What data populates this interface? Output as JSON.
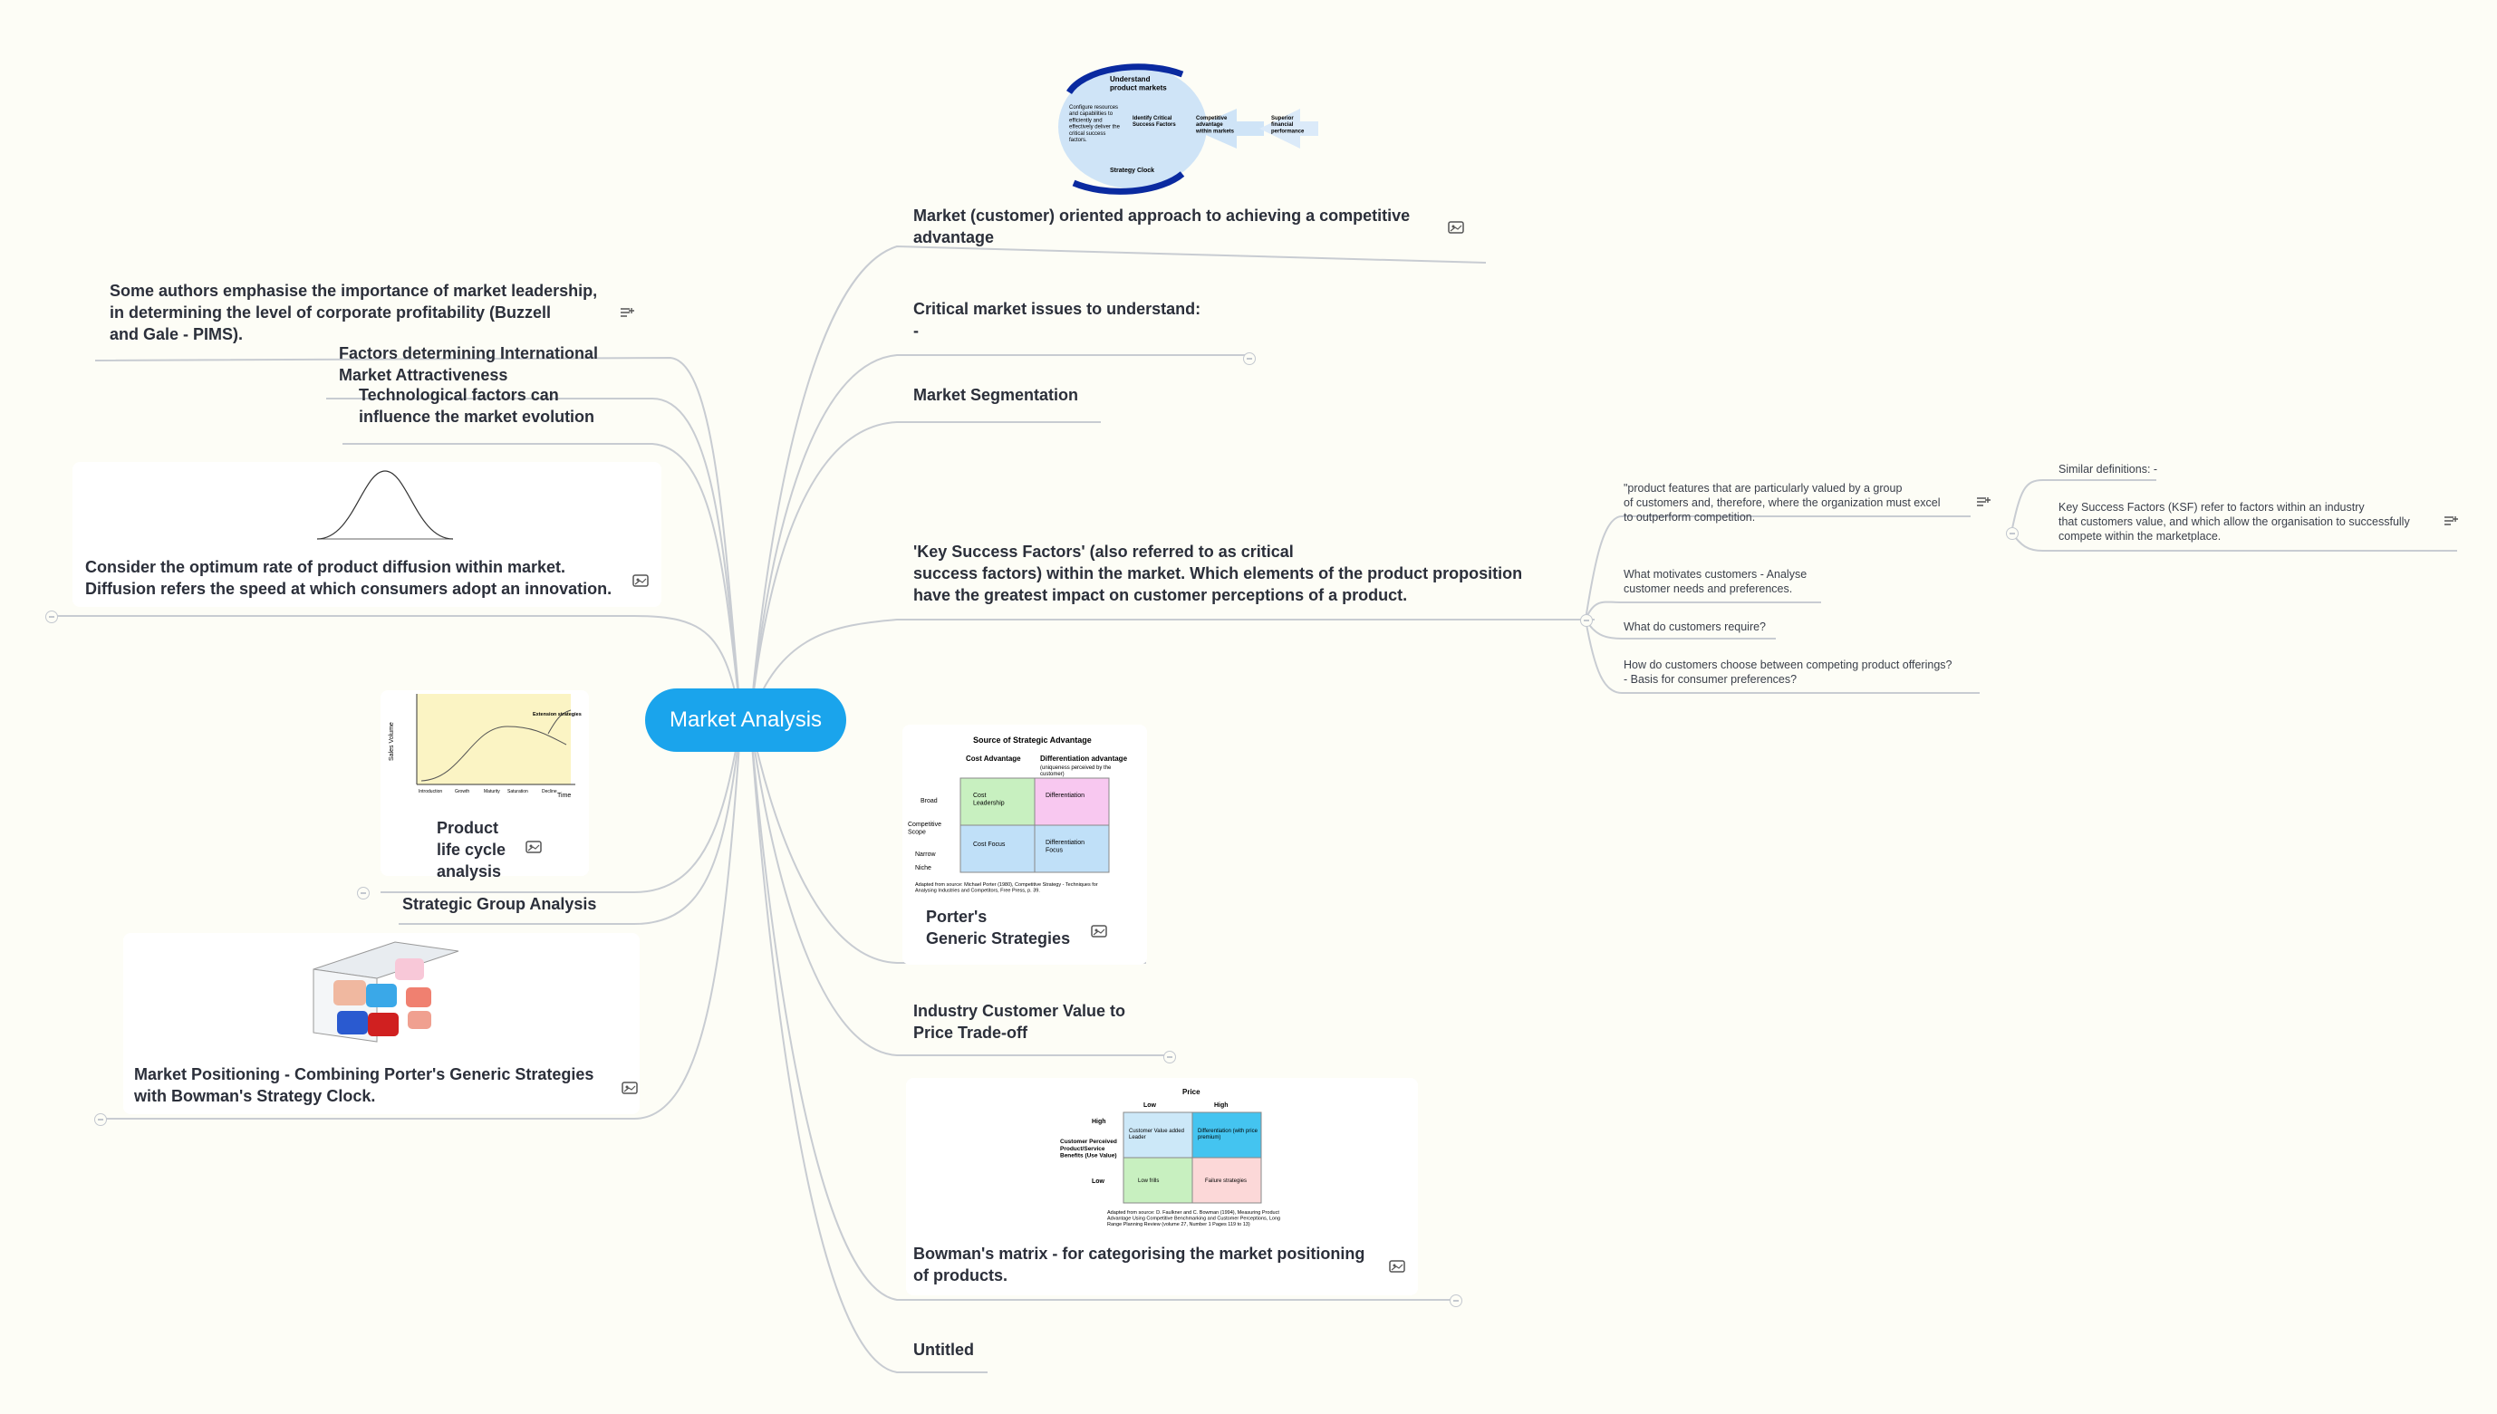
{
  "center": {
    "label": "Market Analysis"
  },
  "right": {
    "competitive_advantage": {
      "label": "Market (customer) oriented approach to achieving a competitive\nadvantage",
      "img": {
        "understand": "Understand\nproduct markets",
        "configure": "Configure resources\nand capabilities to\nefficiently and\neffectively deliver the\ncritical success\nfactors.",
        "identify": "Identify Critical\nSuccess Factors",
        "competitive": "Competitive\nadvantage\nwithin markets",
        "superior": "Superior\nfinancial\nperformance",
        "clock": "Strategy Clock"
      }
    },
    "critical_issues": {
      "label": "Critical market issues to understand:\n -"
    },
    "segmentation": {
      "label": "Market Segmentation"
    },
    "ksf": {
      "label": "'Key Success Factors' (also referred to as critical\nsuccess factors) within the market. Which elements of the product proposition\nhave the greatest impact on customer perceptions of a product."
    },
    "ksf_children": [
      "\"product features that are particularly valued by a group\nof customers and, therefore, where the organization must excel\nto outperform competition.",
      "What motivates customers - Analyse\n customer needs and preferences.",
      "What do customers require?",
      "How do customers choose between competing product offerings?\n- Basis for consumer preferences?"
    ],
    "ksf_grandchildren": [
      "Similar definitions: -",
      "Key Success Factors (KSF) refer to factors within an industry\nthat customers value, and which allow the organisation to successfully\ncompete within the marketplace."
    ],
    "porter": {
      "label": "Porter's\n Generic Strategies",
      "img": {
        "title": "Source of Strategic Advantage",
        "cost_adv": "Cost Advantage",
        "diff_adv": "Differentiation advantage",
        "diff_sub": "(uniqueness perceived by the\ncustomer)",
        "broad": "Broad",
        "scope": "Competitive\nScope",
        "narrow": "Narrow",
        "niche": "Niche",
        "cost_lead": "Cost\nLeadership",
        "diff": "Differentiation",
        "cost_focus": "Cost Focus",
        "diff_focus": "Differentiation\nFocus",
        "source": "Adapted from source: Michael Porter (1980), Competitive Strategy - Techniques for\nAnalysing Industries and Competitors, Free Press, p. 39."
      }
    },
    "industry_value": {
      "label": "Industry Customer Value to\n Price Trade-off"
    },
    "bowman": {
      "label": "Bowman's matrix - for categorising the market positioning\nof products.",
      "img": {
        "price": "Price",
        "low": "Low",
        "high": "High",
        "high_row": "High",
        "low_row": "Low",
        "ylabel": "Customer Perceived\nProduct/Service\nBenefits (Use Value)",
        "q1": "Customer Value added\nLeader",
        "q2": "Differentiation (with price\npremium)",
        "q3": "Low frills",
        "q4": "Failure strategies",
        "source": "Adapted from source: D. Faulkner and C. Bowman (1994), Measuring Product\nAdvantage Using Competitive Benchmarking and Customer Perceptions, Long\nRange Planning Review (volume 27, Number 1 Pages 119 to 13)"
      }
    },
    "untitled": {
      "label": "Untitled"
    }
  },
  "left": {
    "leadership": {
      "label": "Some authors emphasise the importance of market leadership,\nin determining the level of corporate profitability (Buzzell\nand Gale - PIMS)."
    },
    "international": {
      "label": "Factors determining International\n Market Attractiveness"
    },
    "technological": {
      "label": "Technological factors can\ninfluence the market evolution"
    },
    "diffusion": {
      "label": "Consider the optimum rate of product diffusion within market.\nDiffusion refers the speed at which consumers adopt an innovation."
    },
    "plc": {
      "label": "Product\n life cycle\n analysis",
      "img": {
        "ylabel": "Sales Volume",
        "xlabel": "Time",
        "extension": "Extension strategies",
        "stages": [
          "Introduction",
          "Growth",
          "Maturity",
          "Saturation",
          "Decline"
        ]
      }
    },
    "strategic_group": {
      "label": "Strategic Group Analysis"
    },
    "positioning": {
      "label": "Market Positioning - Combining Porter's Generic Strategies\nwith Bowman's Strategy Clock."
    }
  },
  "colors": {
    "accent": "#1aa4ec",
    "background": "#fdfdf6",
    "connector": "#c8ccd2"
  }
}
